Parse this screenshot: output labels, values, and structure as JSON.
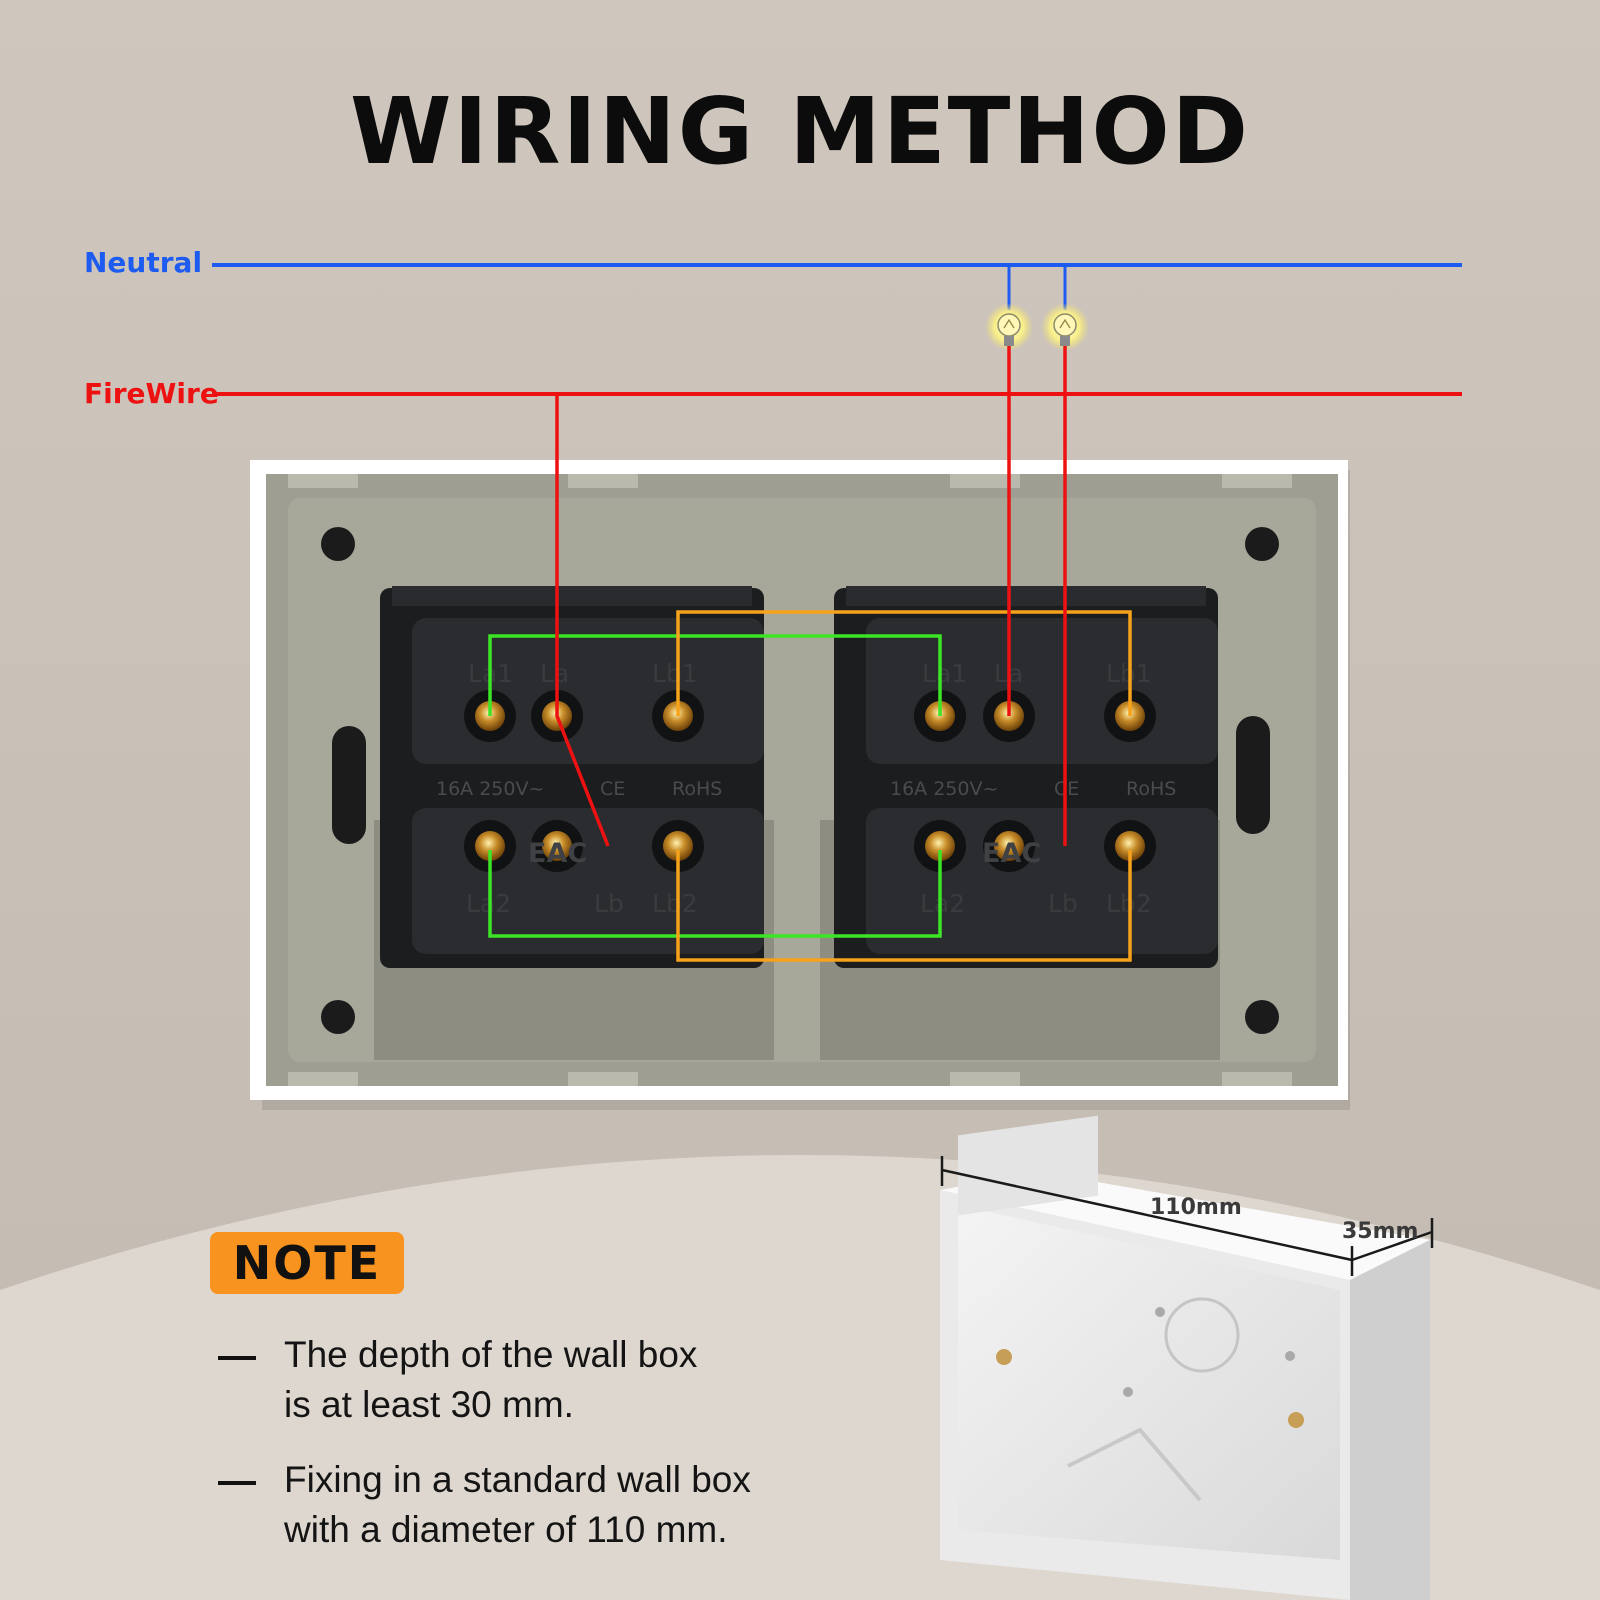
{
  "title": "WIRING METHOD",
  "wires": {
    "neutral_label": "Neutral",
    "firewire_label": "FireWire",
    "neutral_color": "#1e5bf0",
    "firewire_color": "#ee1111",
    "link_green": "#3ce626",
    "link_orange": "#f7a21b"
  },
  "switch_module": {
    "terminals_top": [
      "La1",
      "La",
      "Lb1"
    ],
    "terminals_bottom": [
      "La2",
      "Lb",
      "Lb2"
    ],
    "rating": "16A  250V~",
    "ce_mark": "CE",
    "rohs": "RoHS",
    "eac_mark": "EAC"
  },
  "wall_box": {
    "length_label": "110mm",
    "depth_label": "35mm"
  },
  "note": {
    "badge": "NOTE",
    "items": [
      {
        "line1": "The depth of the wall box",
        "line2": "is at least 30 mm."
      },
      {
        "line1": "Fixing in a standard wall box",
        "line2": "with a diameter of 110 mm."
      }
    ]
  }
}
